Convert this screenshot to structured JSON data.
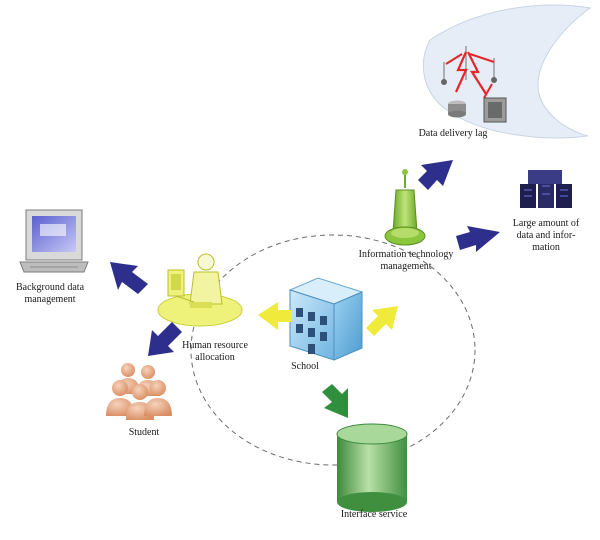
{
  "nodes": {
    "data_delivery_lag": {
      "label": "Data delivery lag",
      "icon": "wireless-network-icon"
    },
    "large_data": {
      "label_lines": [
        "Large amount of",
        "data and infor-",
        "mation"
      ],
      "icon": "server-rack-icon"
    },
    "it_management": {
      "label_lines": [
        "Information technology",
        "management"
      ],
      "icon": "signal-tower-icon"
    },
    "background_data": {
      "label_lines": [
        "Background data",
        "management"
      ],
      "icon": "computer-monitor-icon"
    },
    "human_resource": {
      "label_lines": [
        "Human resource",
        "allocation"
      ],
      "icon": "office-worker-icon"
    },
    "school": {
      "label": "School",
      "icon": "school-building-icon"
    },
    "student": {
      "label": "Student",
      "icon": "students-group-icon"
    },
    "interface_service": {
      "label": "Interface service",
      "icon": "database-cylinder-icon"
    }
  },
  "colors": {
    "navy_arrow": "#2e2f8c",
    "yellow_arrow": "#f0ea3a",
    "green_arrow": "#2f8f3c",
    "orbit": "#666666",
    "person": "#e4a27e",
    "tower": "#8cc63f",
    "building": "#8ec9ec",
    "cylinder": "#5fae55"
  }
}
